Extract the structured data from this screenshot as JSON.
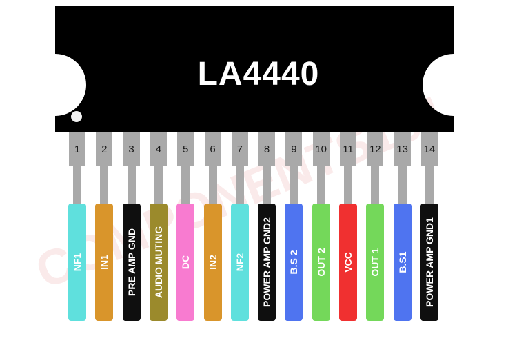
{
  "chip": {
    "name": "LA4440"
  },
  "watermark": {
    "text": "COMPONENTS101"
  },
  "pins": [
    {
      "number": "1",
      "label": "NF1",
      "color": "#5fe0dd"
    },
    {
      "number": "2",
      "label": "IN1",
      "color": "#d9952b"
    },
    {
      "number": "3",
      "label": "PRE AMP GND",
      "color": "#0f0f0f"
    },
    {
      "number": "4",
      "label": "AUDIO MUTING",
      "color": "#9b8a2c"
    },
    {
      "number": "5",
      "label": "DC",
      "color": "#f87bd0"
    },
    {
      "number": "6",
      "label": "IN2",
      "color": "#d9952b"
    },
    {
      "number": "7",
      "label": "NF2",
      "color": "#5fe0dd"
    },
    {
      "number": "8",
      "label": "POWER AMP GND2",
      "color": "#0f0f0f"
    },
    {
      "number": "9",
      "label": "B.S 2",
      "color": "#4f74f0"
    },
    {
      "number": "10",
      "label": "OUT 2",
      "color": "#74d85a"
    },
    {
      "number": "11",
      "label": "VCC",
      "color": "#f03030"
    },
    {
      "number": "12",
      "label": "OUT 1",
      "color": "#74d85a"
    },
    {
      "number": "13",
      "label": "B.S1",
      "color": "#4f74f0"
    },
    {
      "number": "14",
      "label": "POWER AMP GND1",
      "color": "#0f0f0f"
    }
  ]
}
